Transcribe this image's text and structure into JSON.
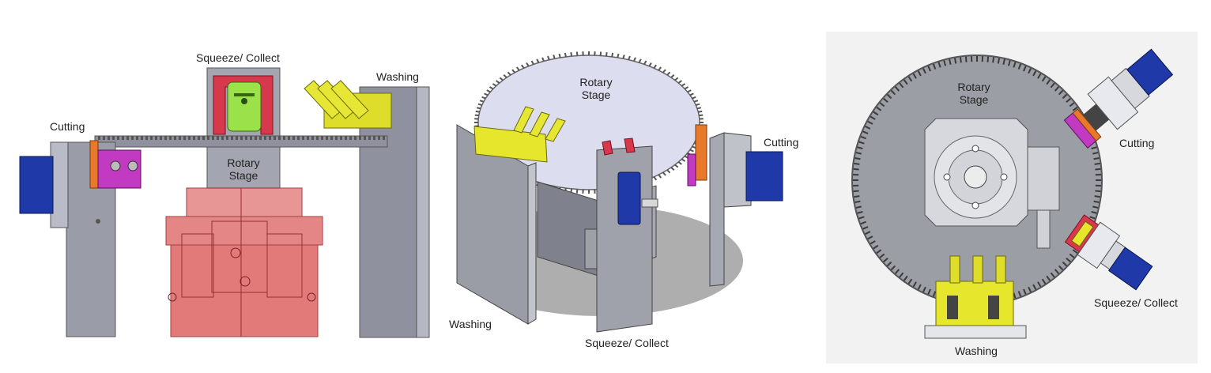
{
  "panels": [
    {
      "view": "front",
      "labels": {
        "squeeze": "Squeeze/ Collect",
        "washing": "Washing",
        "cutting": "Cutting",
        "rotary_line1": "Rotary",
        "rotary_line2": "Stage"
      }
    },
    {
      "view": "isometric",
      "labels": {
        "rotary_line1": "Rotary",
        "rotary_line2": "Stage",
        "cutting": "Cutting",
        "washing": "Washing",
        "squeeze": "Squeeze/ Collect"
      }
    },
    {
      "view": "top",
      "labels": {
        "rotary_line1": "Rotary",
        "rotary_line2": "Stage",
        "cutting": "Cutting",
        "squeeze": "Squeeze/ Collect",
        "washing": "Washing"
      }
    }
  ],
  "colors": {
    "frame_gray": "#9ea0ac",
    "motor_red": "#e07070",
    "cutting_blue": "#1f3aa8",
    "washing_yellow": "#e6e62c",
    "squeeze_green": "#9be24a",
    "cutting_magenta": "#c23ac2",
    "cutting_orange": "#e8782a"
  }
}
